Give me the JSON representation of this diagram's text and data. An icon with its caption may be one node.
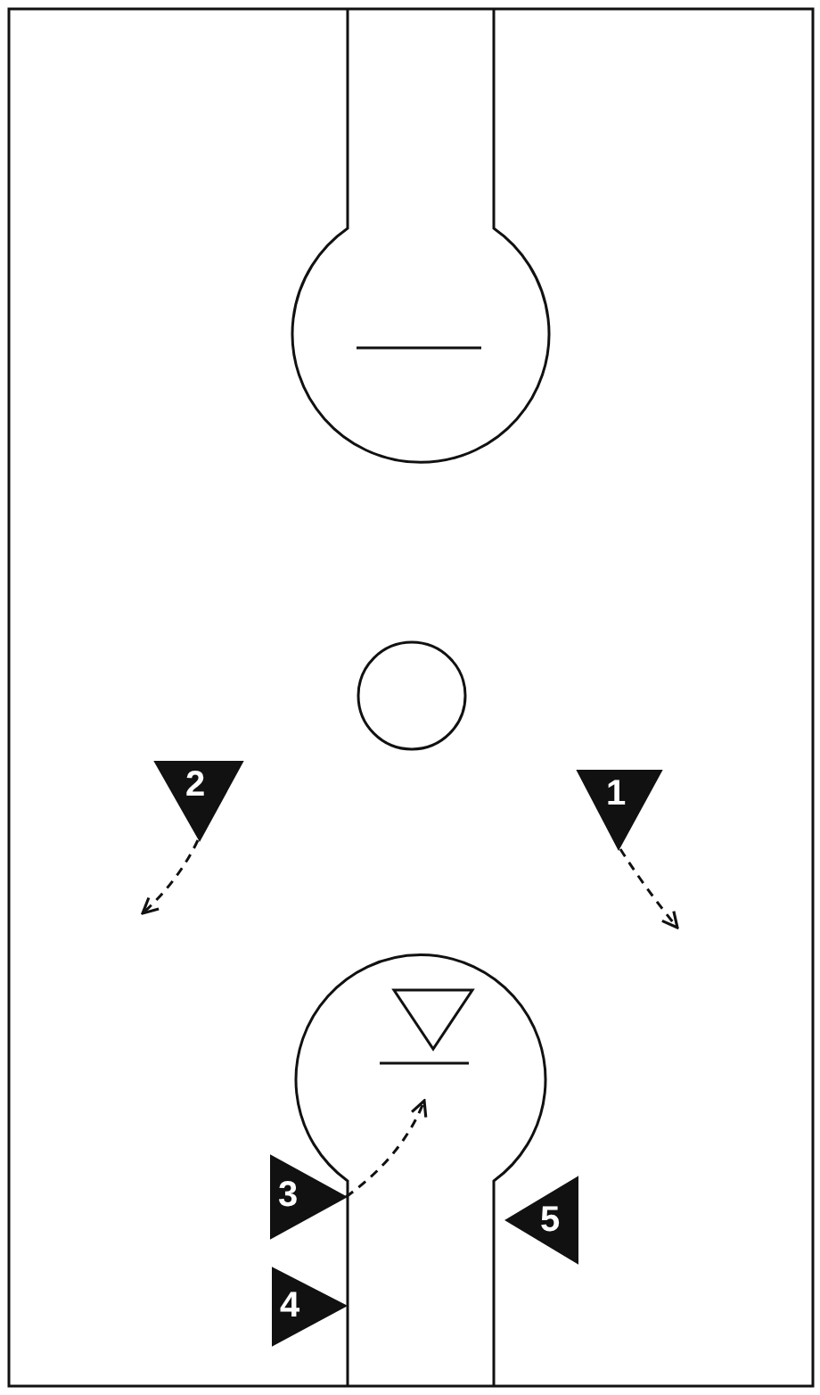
{
  "diagram": {
    "nodes": [
      {
        "text": [
          "2"
        ]
      },
      {
        "text": [
          "1"
        ]
      },
      {
        "text": [],
        "shape": "triangle"
      },
      {
        "text": [
          "3"
        ]
      },
      {
        "text": [
          "5"
        ]
      },
      {
        "text": [
          "4"
        ]
      }
    ],
    "edges": [
      {
        "from": 1,
        "to": null,
        "arrow": "to",
        "style": "dashed"
      },
      {
        "from": 0,
        "to": null,
        "arrow": "to",
        "style": "dashed"
      },
      {
        "from": 3,
        "to": null,
        "arrow": "to",
        "style": "dashed"
      }
    ]
  }
}
